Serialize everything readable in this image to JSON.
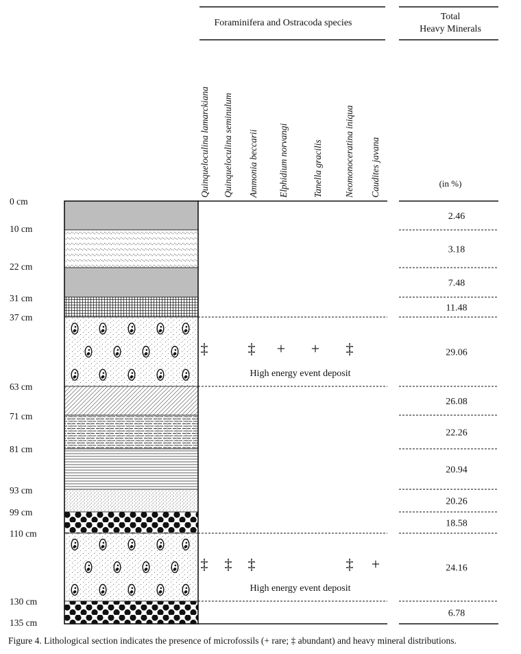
{
  "header": {
    "species_group_title": "Foraminifera and Ostracoda species",
    "heavy_minerals_title_line1": "Total",
    "heavy_minerals_title_line2": "Heavy Minerals",
    "heavy_minerals_unit": "(in %)"
  },
  "species": [
    "Quinqueloculina lamarckiana",
    "Quinqueloculina seminulum",
    "Ammonia beccarii",
    "Elphidium norvangi",
    "Tanella gracilis",
    "Neomonoceratina iniqua",
    "Caudites javana"
  ],
  "depth_labels": [
    "0 cm",
    "10 cm",
    "22 cm",
    "31 cm",
    "37 cm",
    "63 cm",
    "71 cm",
    "81 cm",
    "93 cm",
    "99 cm",
    "110 cm",
    "130 cm",
    "135 cm"
  ],
  "layers": [
    {
      "top_cm": 0,
      "bottom_cm": 10,
      "pattern": "gray-fill"
    },
    {
      "top_cm": 10,
      "bottom_cm": 22,
      "pattern": "zigzag"
    },
    {
      "top_cm": 22,
      "bottom_cm": 31,
      "pattern": "gray-fill"
    },
    {
      "top_cm": 31,
      "bottom_cm": 37,
      "pattern": "grid"
    },
    {
      "top_cm": 37,
      "bottom_cm": 63,
      "pattern": "shell-dotted"
    },
    {
      "top_cm": 63,
      "bottom_cm": 71,
      "pattern": "diagonal-hatch"
    },
    {
      "top_cm": 71,
      "bottom_cm": 81,
      "pattern": "dashed-lines"
    },
    {
      "top_cm": 81,
      "bottom_cm": 93,
      "pattern": "horizontal-lines"
    },
    {
      "top_cm": 93,
      "bottom_cm": 99,
      "pattern": "fine-dotted"
    },
    {
      "top_cm": 99,
      "bottom_cm": 110,
      "pattern": "large-dots"
    },
    {
      "top_cm": 110,
      "bottom_cm": 130,
      "pattern": "shell-dotted"
    },
    {
      "top_cm": 130,
      "bottom_cm": 135,
      "pattern": "large-dots"
    }
  ],
  "heavy_minerals": [
    {
      "top_cm": 0,
      "bottom_cm": 10,
      "value": "2.46"
    },
    {
      "top_cm": 10,
      "bottom_cm": 22,
      "value": "3.18"
    },
    {
      "top_cm": 22,
      "bottom_cm": 31,
      "value": "7.48"
    },
    {
      "top_cm": 31,
      "bottom_cm": 37,
      "value": "11.48"
    },
    {
      "top_cm": 37,
      "bottom_cm": 63,
      "value": "29.06"
    },
    {
      "top_cm": 63,
      "bottom_cm": 71,
      "value": "26.08"
    },
    {
      "top_cm": 71,
      "bottom_cm": 81,
      "value": "22.26"
    },
    {
      "top_cm": 81,
      "bottom_cm": 93,
      "value": "20.94"
    },
    {
      "top_cm": 93,
      "bottom_cm": 99,
      "value": "20.26"
    },
    {
      "top_cm": 99,
      "bottom_cm": 110,
      "value": "18.58"
    },
    {
      "top_cm": 110,
      "bottom_cm": 130,
      "value": "24.16"
    },
    {
      "top_cm": 130,
      "bottom_cm": 135,
      "value": "6.78"
    }
  ],
  "events": [
    {
      "top_cm": 37,
      "bottom_cm": 63,
      "label": "High energy event deposit",
      "occurrences": [
        "‡",
        "",
        "‡",
        "+",
        "+",
        "‡",
        ""
      ]
    },
    {
      "top_cm": 110,
      "bottom_cm": 130,
      "label": "High energy event deposit",
      "occurrences": [
        "‡",
        "‡",
        "‡",
        "",
        "",
        "‡",
        "+"
      ]
    }
  ],
  "legend_symbols": {
    "rare": "+",
    "abundant": "‡"
  },
  "caption": "Figure 4. Lithological section indicates the presence of microfossils (+ rare; ‡ abundant) and heavy mineral distributions.",
  "colors": {
    "gray_fill": "#bdbdbd",
    "ink": "#111111"
  }
}
